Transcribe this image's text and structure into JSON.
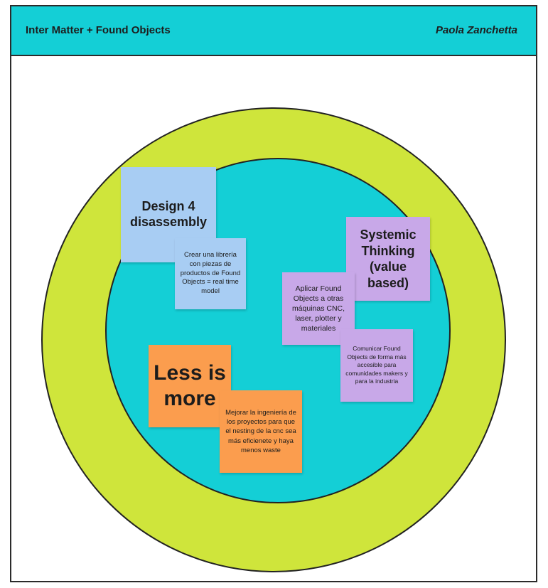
{
  "header": {
    "title": "Inter Matter + Found Objects",
    "author": "Paola Zanchetta"
  },
  "colors": {
    "header": "#14cfd6",
    "outer_ring": "#cfe53b",
    "inner_circle": "#14cfd6",
    "blue_note": "#a8cdf3",
    "purple_note": "#c8a8e8",
    "orange_note": "#fb9d4e"
  },
  "notes": {
    "design_title": "Design 4 disassembly",
    "design_detail": "Crear una librería con piezas de productos de Found Objects = real time model",
    "systemic_title": "Systemic Thinking (value based)",
    "systemic_detail_1": "Aplicar Found Objects a otras máquinas CNC, laser, plotter y materiales",
    "systemic_detail_2": "Comunicar Found Objects de forma más accesible para comunidades makers y para la industria",
    "less_title": "Less is more",
    "less_detail": "Mejorar la ingeniería de los proyectos para que el nesting de la cnc sea más eficienete y haya menos waste"
  }
}
